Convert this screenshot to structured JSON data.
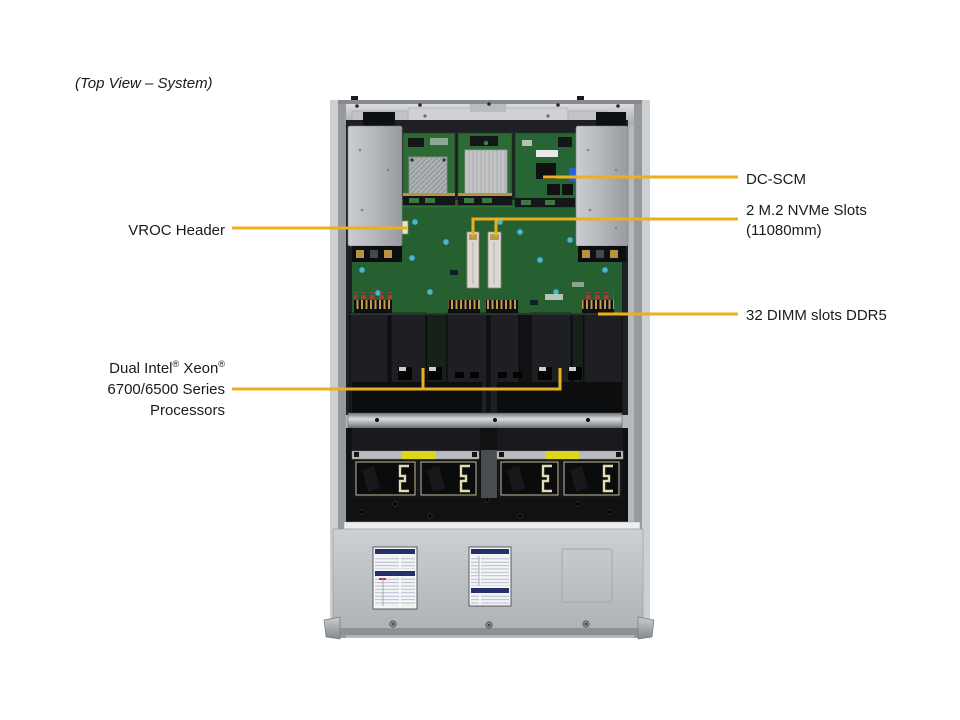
{
  "title": "(Top View – System)",
  "callouts": {
    "vroc": {
      "label": "VROC Header"
    },
    "cpu": {
      "line1_text1": "Dual Intel",
      "line1_sup1": "®",
      "line1_text2": " Xeon",
      "line1_sup2": "®",
      "line2": "6700/6500 Series",
      "line3": "Processors"
    },
    "dc_scm": {
      "label": "DC-SCM"
    },
    "m2": {
      "line1": "2 M.2 NVMe Slots",
      "line2": "(11080mm)"
    },
    "dimm": {
      "label": "32 DIMM slots DDR5"
    }
  },
  "figure": {
    "name": "server-top-view",
    "description": "Top view photograph of a rackmount server chassis showing motherboard, DC-SCM module, M.2 slots, DIMM slots, CPU air shrouds, fan modules and front panel"
  },
  "colors": {
    "leader": "#ECAF1E",
    "text": "#1b1b1b",
    "background": "#ffffff"
  }
}
